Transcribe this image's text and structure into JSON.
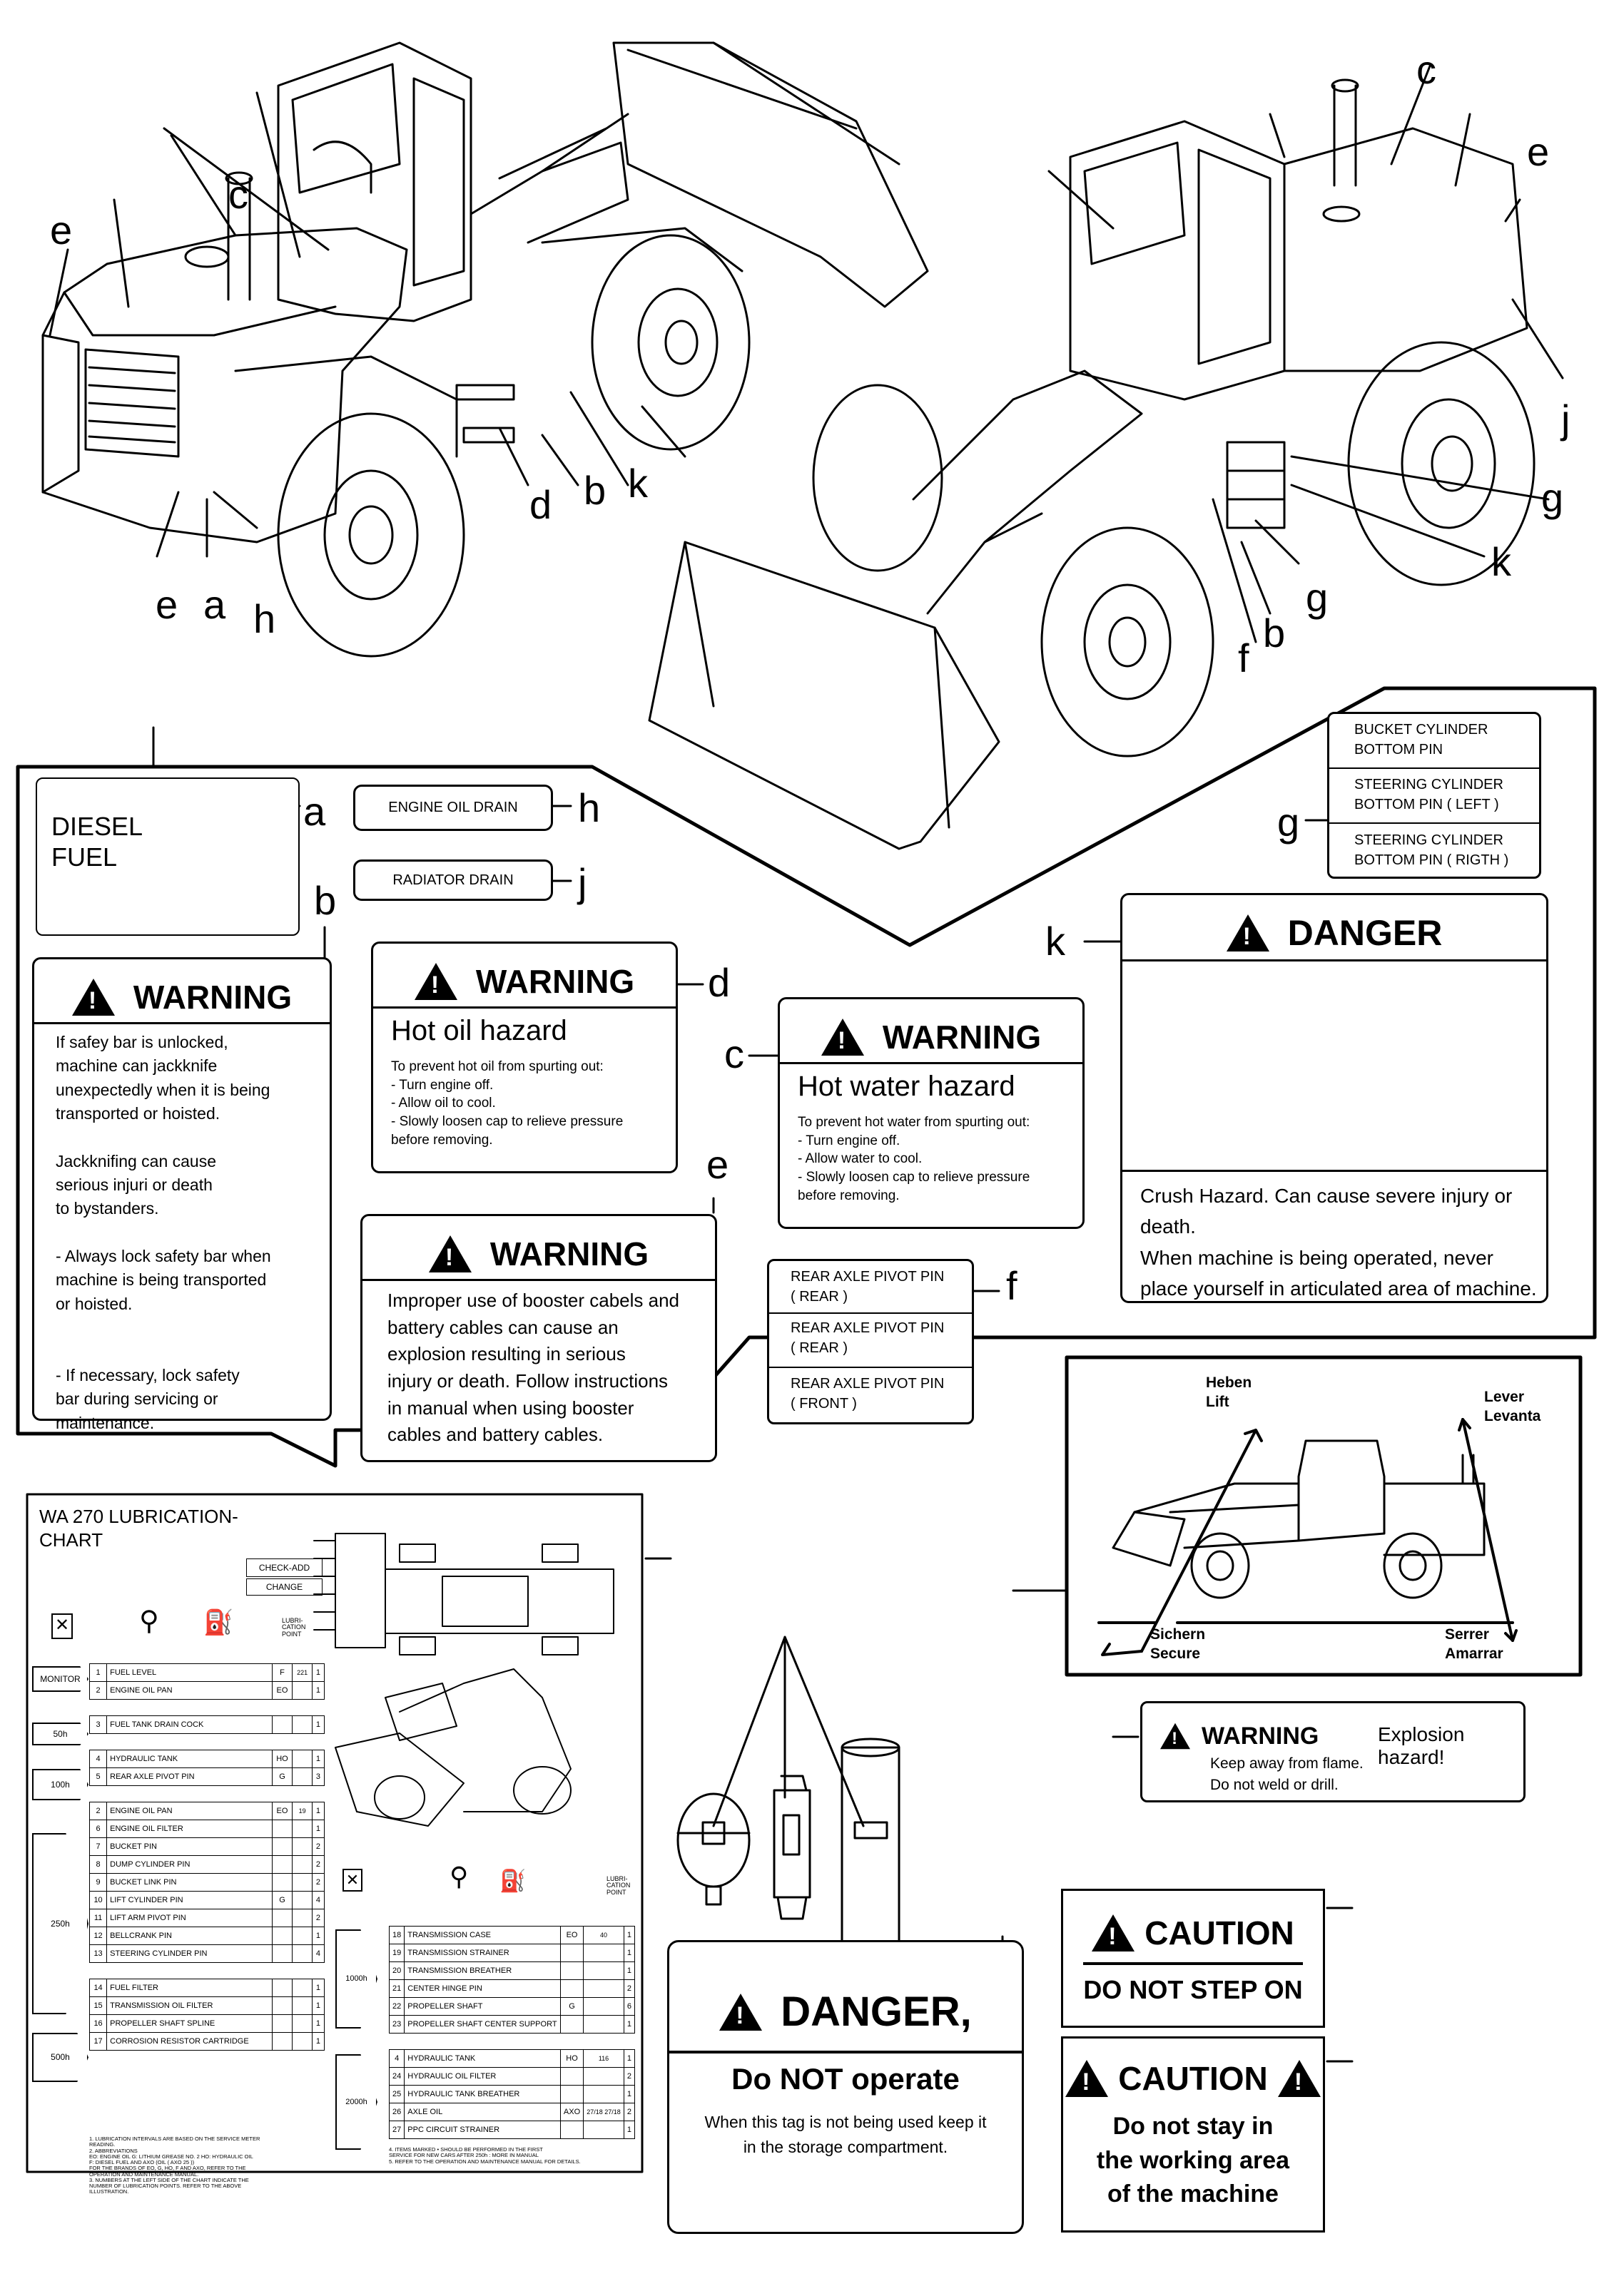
{
  "callouts": {
    "top_left": {
      "c": "c",
      "e1": "e",
      "d": "d",
      "b": "b",
      "k": "k",
      "e2": "e",
      "a": "a",
      "h": "h"
    },
    "top_right": {
      "c": "c",
      "e": "e",
      "j": "j",
      "g1": "g",
      "k": "k",
      "g2": "g",
      "b": "b",
      "f": "f"
    },
    "labels": {
      "a": "a",
      "h": "h",
      "b": "b",
      "j": "j",
      "d": "d",
      "c": "c",
      "e": "e",
      "f": "f",
      "g": "g",
      "k": "k"
    }
  },
  "decal_a": {
    "text": "DIESEL\nFUEL"
  },
  "decal_h": {
    "text": "ENGINE OIL DRAIN"
  },
  "decal_j": {
    "text": "RADIATOR DRAIN"
  },
  "decal_b": {
    "title": "WARNING",
    "body": "If safey bar is unlocked,\nmachine can jackknife\nunexpectedly when it is being\ntransported or hoisted.\n\nJackknifing can cause\nserious injuri or death\nto bystanders.\n\n  - Always lock safety bar when\n    machine is being transported\n    or hoisted.\n\n\n  -  If necessary, lock safety\n     bar during servicing or\n     maintenance."
  },
  "decal_d": {
    "title": "WARNING",
    "subtitle": "Hot oil hazard",
    "body": "To prevent hot oil from spurting out:\n    - Turn engine off.\n    - Allow oil to cool.\n    - Slowly loosen cap to relieve pressure\n       before removing."
  },
  "decal_c": {
    "title": "WARNING",
    "subtitle": "Hot water hazard",
    "body": "To prevent hot water from spurting out:\n    - Turn engine off.\n    - Allow water to cool.\n    - Slowly loosen cap to relieve pressure\n       before removing."
  },
  "decal_e": {
    "title": "WARNING",
    "body": "Improper use of booster cabels and\nbattery cables can cause an\nexplosion resulting in serious\ninjury or death. Follow instructions\nin manual when using booster\ncables and battery cables."
  },
  "decal_f": {
    "rows": [
      "REAR AXLE PIVOT PIN\n( REAR )",
      "REAR AXLE PIVOT PIN\n( REAR )",
      "REAR AXLE PIVOT PIN\n( FRONT )"
    ]
  },
  "decal_g": {
    "rows": [
      "BUCKET CYLINDER\nBOTTOM PIN",
      "STEERING CYLINDER\nBOTTOM PIN ( LEFT )",
      "STEERING CYLINDER\nBOTTOM PIN ( RIGTH )"
    ]
  },
  "decal_k": {
    "title": "DANGER",
    "body": "Crush Hazard. Can cause severe injury or death.\nWhen machine is being operated, never\nplace yourself in articulated area of machine."
  },
  "lift_decal": {
    "heben": "Heben",
    "lift": "Lift",
    "lever": "Lever",
    "levanta": "Levanta",
    "sichern": "Sichern",
    "secure": "Secure",
    "serrer": "Serrer",
    "amarrar": "Amarrar"
  },
  "explosion_decal": {
    "title": "WARNING",
    "side": "Explosion hazard!",
    "body": "Keep away from flame.\nDo not weld or drill."
  },
  "caution1": {
    "title": "CAUTION",
    "body": "DO NOT STEP ON"
  },
  "caution2": {
    "title": "CAUTION",
    "body": "Do not stay in\nthe working area\nof the machine"
  },
  "danger_tag": {
    "title": "DANGER,",
    "subtitle": "Do NOT operate",
    "body": "When this tag is not being used keep it\nin the storage compartment."
  },
  "lub_chart": {
    "title": "WA 270 LUBRICATION-\n            CHART",
    "check_add": "CHECK-ADD",
    "change": "CHANGE",
    "cap_col": "LUBRI-\nCATION\nPOINT",
    "intervals": [
      "MONITOR",
      "50h",
      "100h",
      "250h",
      "500h",
      "1000h",
      "2000h"
    ],
    "left_rows": [
      [
        "1",
        "FUEL LEVEL",
        "F",
        "221",
        "1"
      ],
      [
        "2",
        "ENGINE OIL PAN",
        "EO",
        "",
        "1"
      ],
      [
        "3",
        "FUEL TANK DRAIN COCK",
        "",
        "",
        "1"
      ],
      [
        "4",
        "HYDRAULIC TANK",
        "HO",
        "",
        "1"
      ],
      [
        "5",
        "REAR AXLE PIVOT PIN",
        "G",
        "",
        "3"
      ],
      [
        "2",
        "ENGINE OIL PAN",
        "EO",
        "19",
        "1"
      ],
      [
        "6",
        "ENGINE OIL FILTER",
        "",
        "",
        "1"
      ],
      [
        "7",
        "BUCKET PIN",
        "",
        "",
        "2"
      ],
      [
        "8",
        "DUMP CYLINDER PIN",
        "",
        "",
        "2"
      ],
      [
        "9",
        "BUCKET LINK PIN",
        "",
        "",
        "2"
      ],
      [
        "10",
        "LIFT CYLINDER PIN",
        "G",
        "",
        "4"
      ],
      [
        "11",
        "LIFT ARM PIVOT PIN",
        "",
        "",
        "2"
      ],
      [
        "12",
        "BELLCRANK PIN",
        "",
        "",
        "1"
      ],
      [
        "13",
        "STEERING CYLINDER PIN",
        "",
        "",
        "4"
      ],
      [
        "14",
        "FUEL FILTER",
        "",
        "",
        "1"
      ],
      [
        "15",
        "TRANSMISSION OIL FILTER",
        "",
        "",
        "1"
      ],
      [
        "16",
        "PROPELLER SHAFT SPLINE",
        "",
        "",
        "1"
      ],
      [
        "17",
        "CORROSION RESISTOR CARTRIDGE",
        "",
        "",
        "1"
      ]
    ],
    "right_rows": [
      [
        "18",
        "TRANSMISSION CASE",
        "EO",
        "40",
        "1"
      ],
      [
        "19",
        "TRANSMISSION STRAINER",
        "",
        "",
        "1"
      ],
      [
        "20",
        "TRANSMISSION BREATHER",
        "",
        "",
        "1"
      ],
      [
        "21",
        "CENTER HINGE PIN",
        "",
        "",
        "2"
      ],
      [
        "22",
        "PROPELLER SHAFT",
        "G",
        "",
        "6"
      ],
      [
        "23",
        "PROPELLER SHAFT CENTER SUPPORT",
        "",
        "",
        "1"
      ],
      [
        "4",
        "HYDRAULIC TANK",
        "HO",
        "116",
        "1"
      ],
      [
        "24",
        "HYDRAULIC OIL FILTER",
        "",
        "",
        "2"
      ],
      [
        "25",
        "HYDRAULIC TANK BREATHER",
        "",
        "",
        "1"
      ],
      [
        "26",
        "AXLE OIL",
        "AXO",
        "27/18\n27/18",
        "2"
      ],
      [
        "27",
        "PPC CIRCUIT STRAINER",
        "",
        "",
        "1"
      ]
    ],
    "notes_left": "1. LUBRICATION INTERVALS ARE BASED ON THE SERVICE METER\n    READING.\n2. ABBREVIATIONS\n    EO: ENGINE OIL  G: LITHIUM GREASE NO. 2  HO: HYDRAULIC OIL\n    F: DIESEL FUEL AND  AXO (OIL ( AXO 25 ))\n    FOR THE BRANDS OF EO, G, HO, F AND AXO, REFER TO THE\n    OPERATION AND MAINTENANCE MANUAL.\n3. NUMBERS AT THE LEFT SIDE OF THE CHART INDICATE THE\n    NUMBER OF LUBRICATION POINTS. REFER TO THE ABOVE\n    ILLUSTRATION.",
    "notes_right": "4. ITEMS MARKED • SHOULD BE PERFORMED IN THE FIRST\n    SERVICE FOR NEW CARS AFTER 250h : MORE IN MANUAL\n5. REFER TO THE OPERATION AND MAINTENANCE MANUAL FOR DETAILS."
  }
}
